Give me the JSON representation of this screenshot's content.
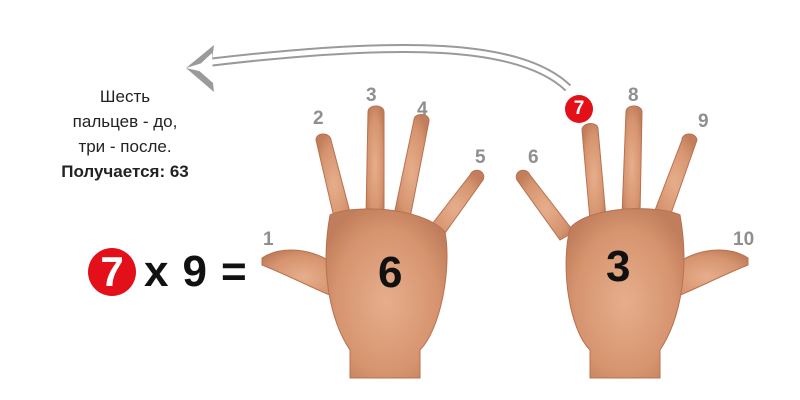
{
  "caption": {
    "line1": "Шесть",
    "line2": "пальцев - до,",
    "line3": "три - после.",
    "line4": "Получается: 63"
  },
  "equation": {
    "multiplier": "7",
    "times": "x",
    "multiplicand": "9",
    "equals": "="
  },
  "fingers": {
    "f1": "1",
    "f2": "2",
    "f3": "3",
    "f4": "4",
    "f5": "5",
    "f6": "6",
    "f7": "7",
    "f8": "8",
    "f9": "9",
    "f10": "10"
  },
  "palms": {
    "left": "6",
    "right": "3"
  },
  "colors": {
    "accent": "#e3101a",
    "finger_label": "#8f8f8f",
    "skin": "#d99a76"
  }
}
